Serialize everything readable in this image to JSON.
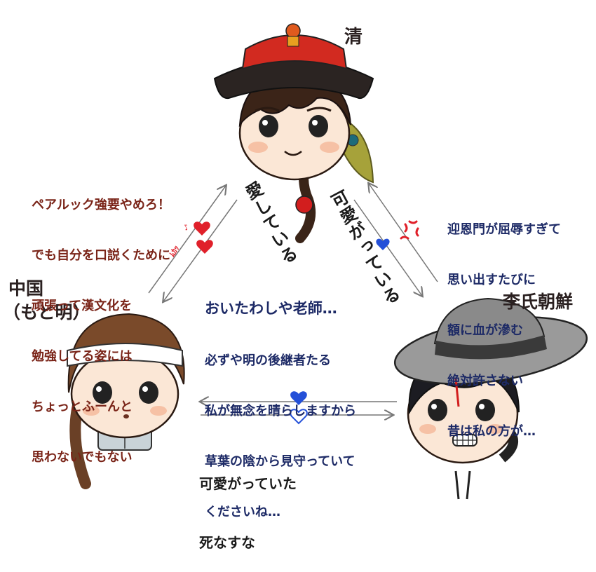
{
  "characters": {
    "qing": {
      "name": "清"
    },
    "china": {
      "name_line1": "中国",
      "name_line2": "（もと明）"
    },
    "joseon": {
      "name": "李氏朝鮮"
    }
  },
  "captions": {
    "china_to_qing": [
      "ペアルック強要やめろ！",
      "でも自分を口説くために",
      "頑張って漢文化を",
      "勉強してる姿には",
      "ちょっとふーんと",
      "思わないでもない"
    ],
    "joseon_to_qing": [
      "迎恩門が屈辱すぎて",
      "思い出すたびに",
      "額に血が滲む",
      "絶対許さない",
      "昔は私の方が…"
    ],
    "joseon_to_china_title": "おいたわしや老師…",
    "joseon_to_china": [
      "必ずや明の後継者たる",
      "私が無念を晴らしますから",
      "草葉の陰から見守っていて",
      "くださいね…"
    ],
    "china_to_joseon": [
      "可愛がっていた",
      "死なすな"
    ]
  },
  "arrow_labels": {
    "qing_to_china": "愛している",
    "qing_to_joseon": "可愛がっている",
    "anger_mark": "ﾑｶｯ",
    "sparkle": "♪"
  },
  "colors": {
    "red_text": "#7a2418",
    "blue_text": "#1d2a66",
    "heart_red": "#e0202a",
    "heart_blue": "#2450d8",
    "arrow": "#777777"
  }
}
